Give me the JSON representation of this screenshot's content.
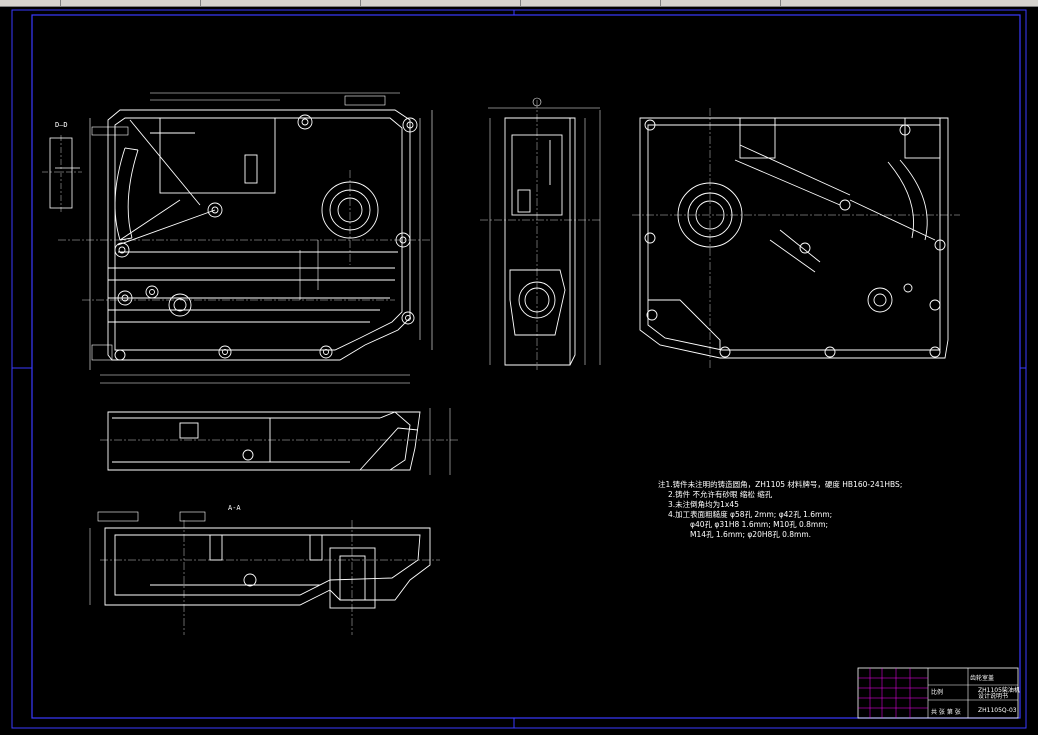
{
  "notes": {
    "lines": [
      "注1.铸件未注明的铸造圆角，ZH1105 材料牌号，硬度 HB160-241HBS;",
      "2.铸件 不允许有砂眼 缩松 缩孔",
      "3.未注倒角均为1x45",
      "4.加工表面粗糙度 φ58孔 2mm; φ42孔 1.6mm;",
      "φ40孔 φ31H8 1.6mm; M10孔 0.8mm;",
      "M14孔 1.6mm; φ20H8孔 0.8mm."
    ]
  },
  "title_block": {
    "part_name": "齿轮室盖",
    "org_line1": "ZH1105柴油机",
    "org_line2": "设计说明书",
    "drawing_no": "ZH1105Q-03",
    "scale_label": "比例",
    "sheet_label": "共 张 第 张"
  },
  "section_labels": {
    "d_d": "D—D",
    "a_a": "A-A"
  },
  "colors": {
    "background": "#000000",
    "lines": "#ffffff",
    "frame": "#0000ff",
    "titleblock": "#ff00ff"
  }
}
